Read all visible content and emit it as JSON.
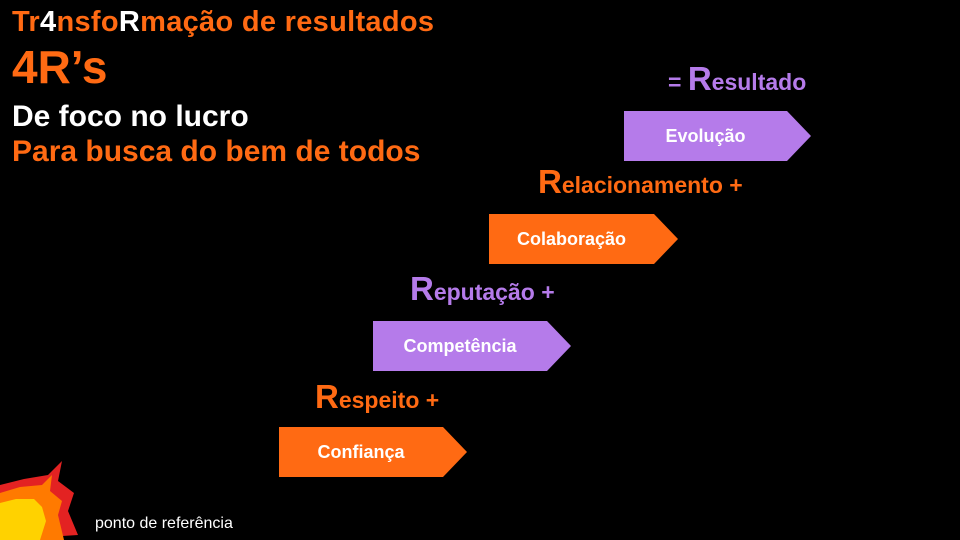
{
  "title": {
    "part1": "Tr",
    "part2": "4",
    "part3": "nsfo",
    "part4": "R",
    "part5": "mação de resultados"
  },
  "subtitle": "4R’s",
  "line1": "De foco no lucro",
  "line2": "Para busca do bem de todos",
  "steps": [
    {
      "arrow": "Confiança",
      "cap": "R",
      "rest": "espeito",
      "suffix": " +"
    },
    {
      "arrow": "Competência",
      "cap": "R",
      "rest": "eputação",
      "suffix": " +"
    },
    {
      "arrow": "Colaboração",
      "cap": "R",
      "rest": "elacionamento",
      "suffix": " +"
    },
    {
      "arrow": "Evolução",
      "prefix": "= ",
      "cap": "R",
      "rest": "esultado"
    }
  ],
  "brand": "ponto de referência",
  "colors": {
    "orange": "#ff6a13",
    "purple": "#b57bea",
    "background": "#000000"
  },
  "logo_icon": "speech-burst-logo-icon"
}
